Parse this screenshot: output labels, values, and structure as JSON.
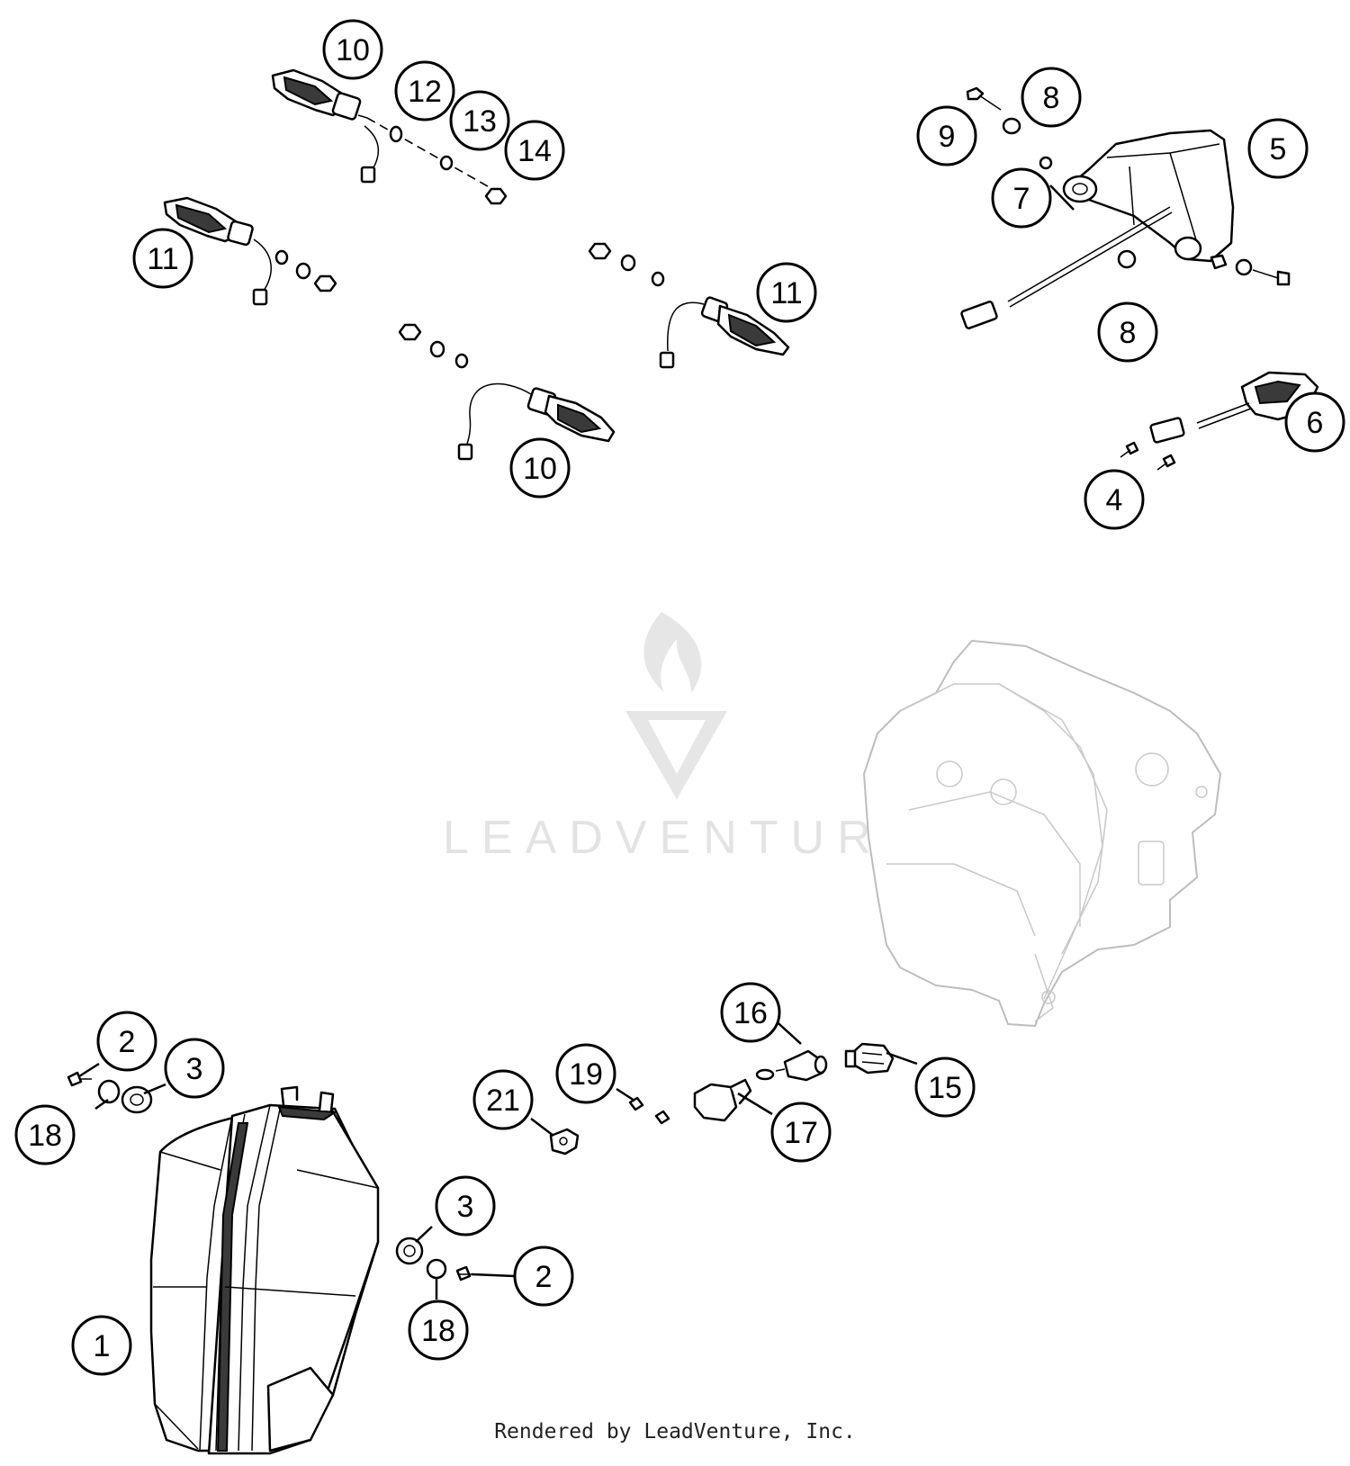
{
  "watermark": {
    "brand": "LEADVENTURE"
  },
  "footer": {
    "credit": "Rendered by LeadVenture, Inc."
  },
  "callouts": {
    "c10a": "10",
    "c12": "12",
    "c13": "13",
    "c14": "14",
    "c11a": "11",
    "c11b": "11",
    "c10b": "10",
    "c9": "9",
    "c8a": "8",
    "c5": "5",
    "c7": "7",
    "c8b": "8",
    "c6": "6",
    "c4": "4",
    "c2a": "2",
    "c3a": "3",
    "c18a": "18",
    "c1": "1",
    "c3b": "3",
    "c2b": "2",
    "c18b": "18",
    "c16": "16",
    "c19": "19",
    "c21": "21",
    "c17": "17",
    "c15": "15"
  }
}
